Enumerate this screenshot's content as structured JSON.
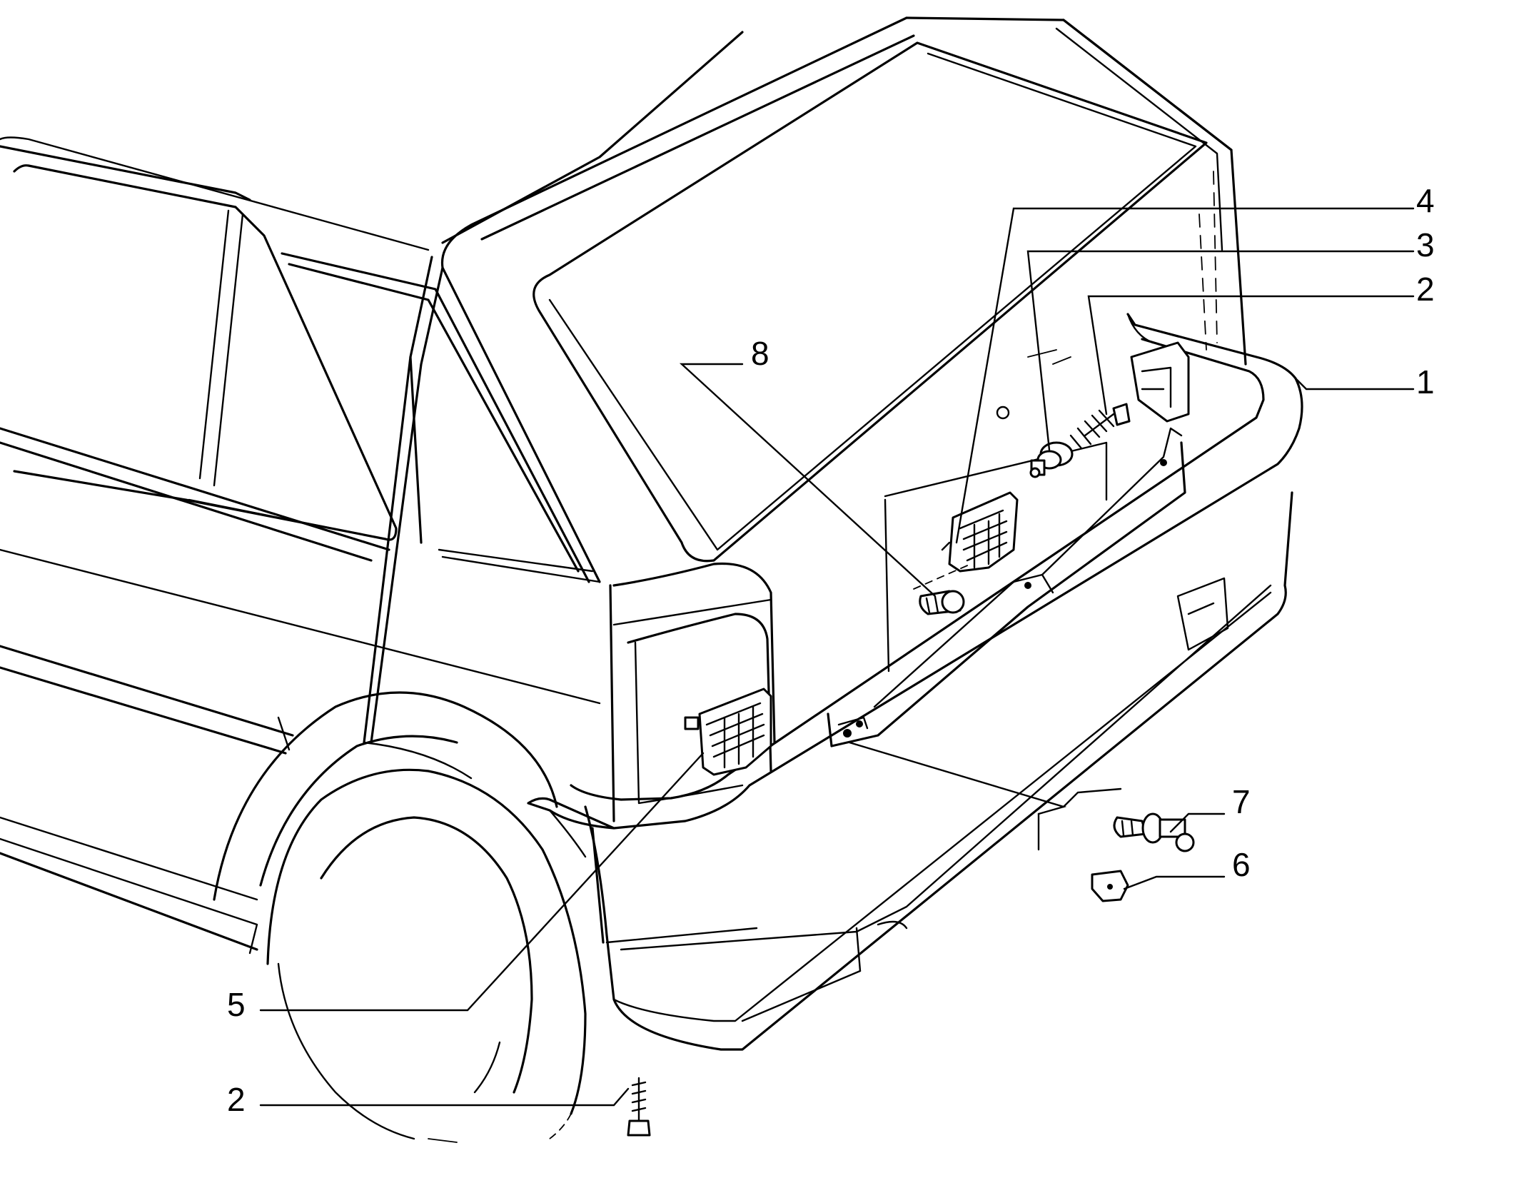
{
  "callouts": [
    {
      "id": "c4",
      "label": "4"
    },
    {
      "id": "c3",
      "label": "3"
    },
    {
      "id": "c2a",
      "label": "2"
    },
    {
      "id": "c1",
      "label": "1"
    },
    {
      "id": "c8",
      "label": "8"
    },
    {
      "id": "c7",
      "label": "7"
    },
    {
      "id": "c6",
      "label": "6"
    },
    {
      "id": "c5",
      "label": "5"
    },
    {
      "id": "c2b",
      "label": "2"
    }
  ]
}
